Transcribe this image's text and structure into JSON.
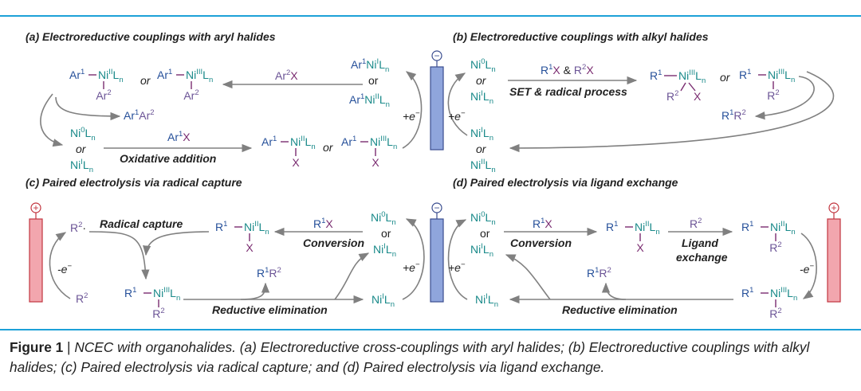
{
  "colors": {
    "teal": "#1a8a8a",
    "blue": "#26509a",
    "purple": "#7a2c70",
    "mauve": "#6b5496",
    "gray": "#808080",
    "cathode": "#8fa5dc",
    "anode": "#f2a6ae",
    "rule": "#1da1d8"
  },
  "panels": {
    "a": {
      "letter": "(a)",
      "title": "Electroreductive couplings with aryl halides"
    },
    "b": {
      "letter": "(b)",
      "title": "Electroreductive couplings with alkyl halides"
    },
    "c": {
      "letter": "(c)",
      "title": "Paired electrolysis via radical  capture"
    },
    "d": {
      "letter": "(d)",
      "title": "Paired electrolysis via ligand  exchange"
    }
  },
  "labels": {
    "or": "or",
    "oxidative_addition": "Oxidative addition",
    "set_radical": "SET & radical  process",
    "radical_capture": "Radical capture",
    "conversion": "Conversion",
    "reductive_elimination": "Reductive elimination",
    "ligand": "Ligand",
    "exchange": "exchange",
    "plus_e": "+e",
    "minus_e": "-e",
    "e_sup": "−",
    "amp": " & ",
    "dot": "·",
    "minus_sign": "−",
    "plus_sign": "+"
  },
  "caption": {
    "lead": "Figure 1",
    "sep": " | ",
    "text": "NCEC with organohalides. (a) Electroreductive cross-couplings with aryl halides; (b) Electroreductive couplings with alkyl halides; (c) Paired electrolysis via radical capture; and (d) Paired electrolysis via ligand exchange."
  }
}
